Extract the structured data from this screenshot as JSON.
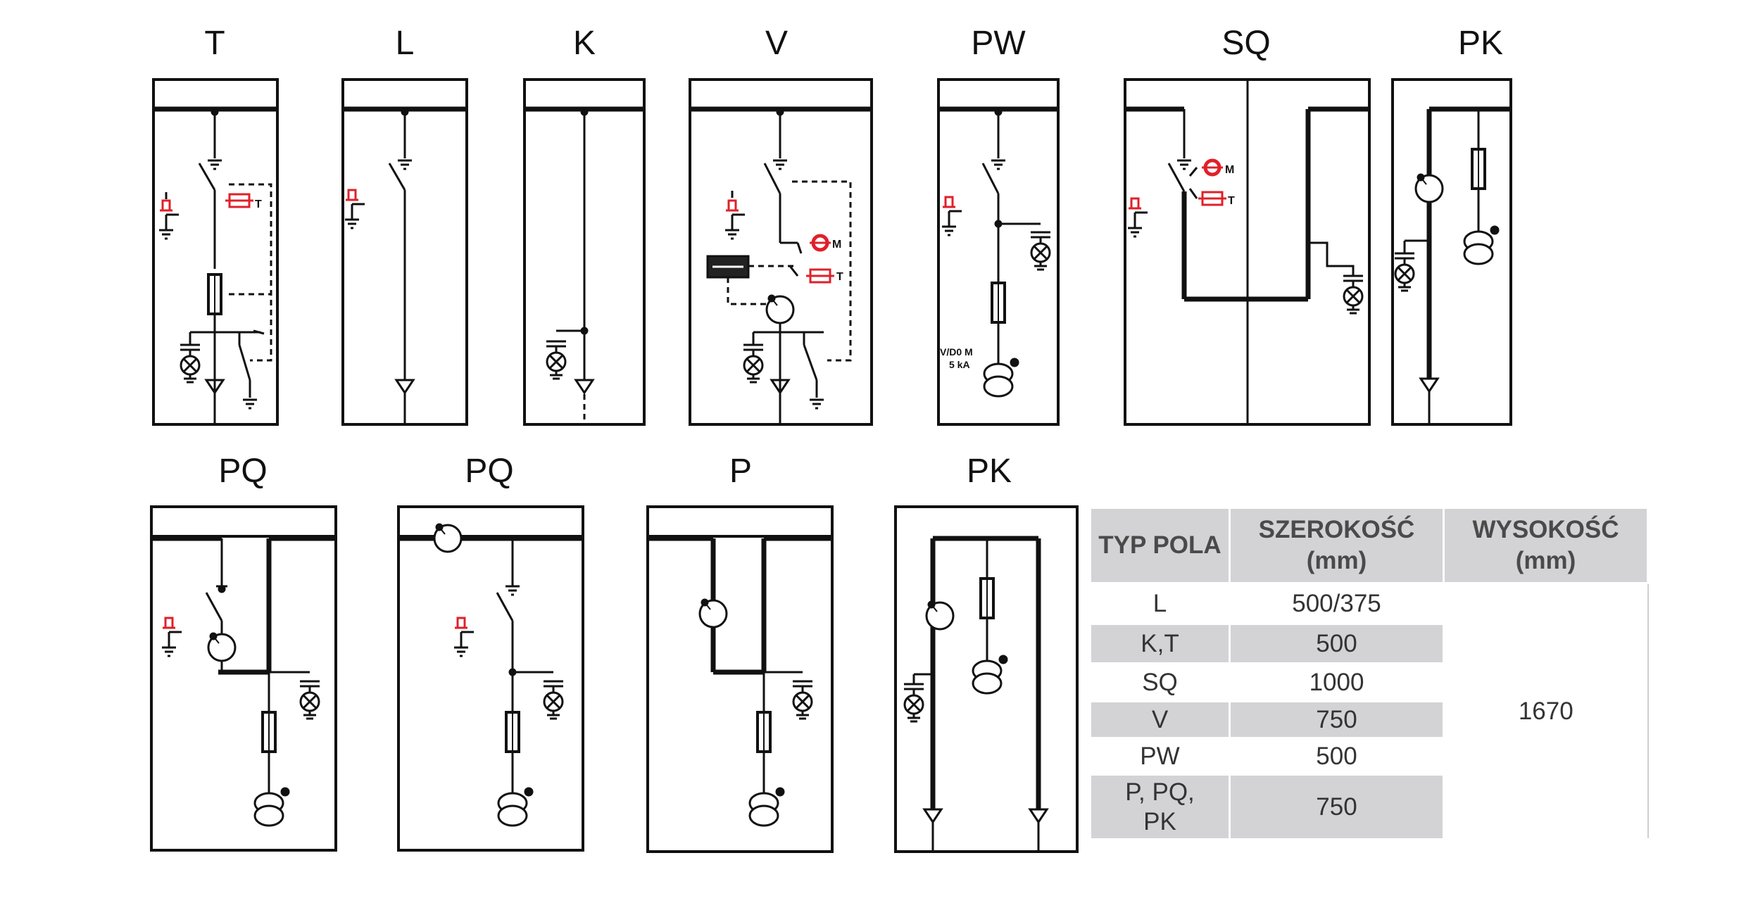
{
  "panels": [
    {
      "id": "T",
      "label": "T"
    },
    {
      "id": "L",
      "label": "L"
    },
    {
      "id": "K",
      "label": "K"
    },
    {
      "id": "V",
      "label": "V"
    },
    {
      "id": "PW",
      "label": "PW"
    },
    {
      "id": "SQ",
      "label": "SQ"
    },
    {
      "id": "PK1",
      "label": "PK"
    },
    {
      "id": "PQ1",
      "label": "PQ"
    },
    {
      "id": "PQ2",
      "label": "PQ"
    },
    {
      "id": "P",
      "label": "P"
    },
    {
      "id": "PK2",
      "label": "PK"
    }
  ],
  "symbols": {
    "trip_letter": "T",
    "motor_letter": "M",
    "vt_caption_1": "V/D0 M",
    "vt_caption_2": "5 kA"
  },
  "table": {
    "headers": [
      "TYP POLA",
      "SZEROKOŚĆ (mm)",
      "WYSOKOŚĆ (mm)"
    ],
    "rows": [
      {
        "type": "L",
        "width": "500/375"
      },
      {
        "type": "K,T",
        "width": "500"
      },
      {
        "type": "SQ",
        "width": "1000"
      },
      {
        "type": "V",
        "width": "750"
      },
      {
        "type": "PW",
        "width": "500"
      },
      {
        "type": "P, PQ, PK",
        "width": "750"
      }
    ],
    "height_value": "1670"
  },
  "colors": {
    "line": "#111111",
    "accent": "#e0202a",
    "table_fill": "#d3d3d5",
    "header_text": "#4a4a4a"
  }
}
